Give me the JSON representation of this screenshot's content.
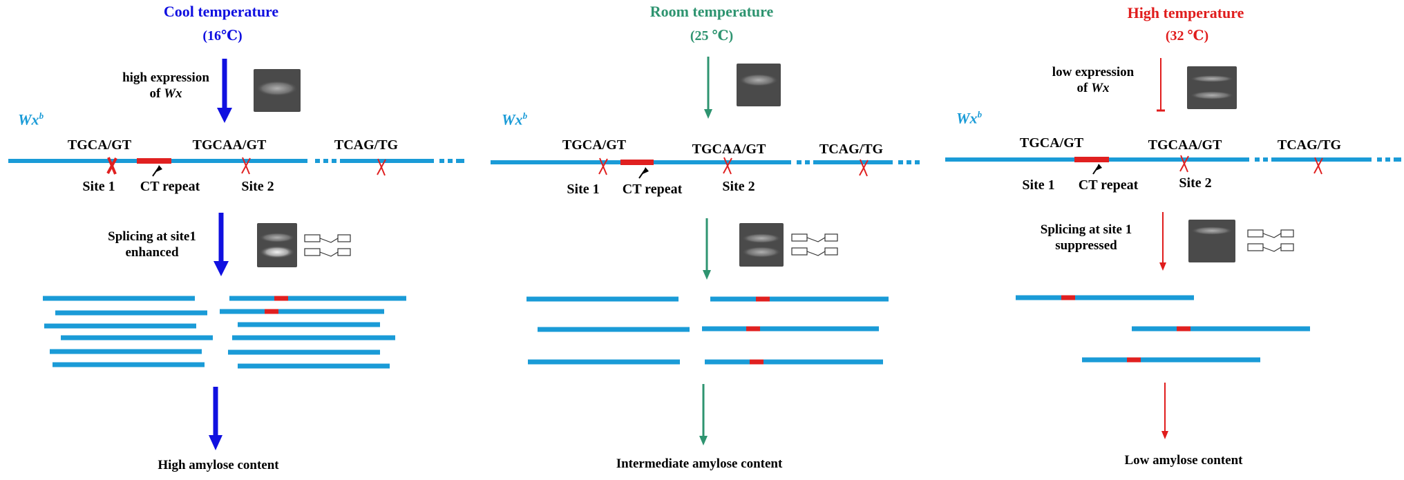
{
  "colors": {
    "cool": "#1010e0",
    "room": "#2e9470",
    "high": "#e01c1c",
    "strand": "#1a9bd7",
    "repeat": "#e02020"
  },
  "panels": [
    {
      "id": "cool",
      "title": "Cool temperature",
      "temp": "(16℃)",
      "expression": [
        "high expression",
        "of ",
        "Wx"
      ],
      "splicing": [
        "Splicing at site1",
        "enhanced"
      ],
      "outcome": "High amylose content"
    },
    {
      "id": "room",
      "title": "Room temperature",
      "temp": "(25 ℃)",
      "expression": null,
      "splicing": null,
      "outcome": "Intermediate amylose content"
    },
    {
      "id": "high",
      "title": "High temperature",
      "temp": "(32 ℃)",
      "expression": [
        "low expression",
        "of ",
        "Wx"
      ],
      "splicing": [
        "Splicing at site 1",
        "suppressed"
      ],
      "outcome": "Low amylose content"
    }
  ],
  "gene": {
    "name": "Wx",
    "allele": "b"
  },
  "motifs": {
    "m1": "TGCA/GT",
    "m2": "TGCAA/GT",
    "m3": "TCAG/TG"
  },
  "site_labels": {
    "site1": "Site 1",
    "ct_repeat": "CT repeat",
    "site2": "Site 2"
  }
}
